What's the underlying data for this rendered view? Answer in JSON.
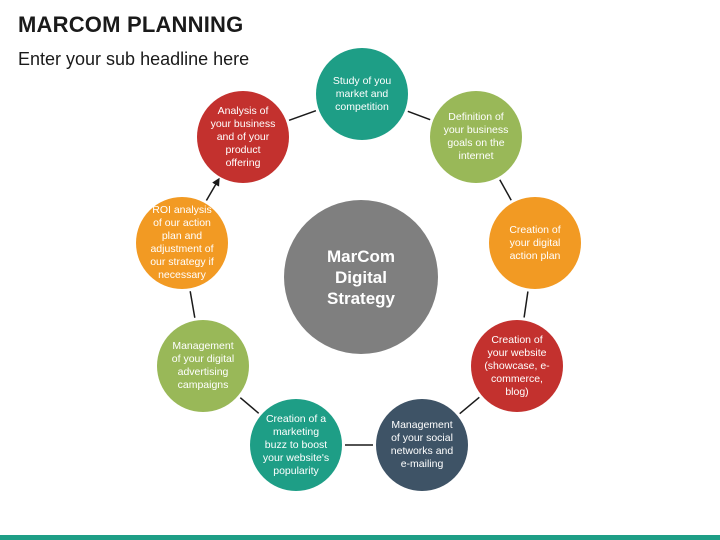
{
  "header": {
    "title": "MARCOM PLANNING",
    "subtitle": "Enter your sub headline here"
  },
  "center": {
    "label": "MarCom Digital Strategy",
    "color": "#7f7f7f"
  },
  "nodes": [
    {
      "label": "Study of you market and competition",
      "color": "#1e9e86"
    },
    {
      "label": "Definition of your business goals on the internet",
      "color": "#99b858"
    },
    {
      "label": "Creation of your digital action plan",
      "color": "#f29a23"
    },
    {
      "label": "Creation of your website (showcase, e-commerce, blog)",
      "color": "#c3312e"
    },
    {
      "label": "Management of your social networks and e-mailing",
      "color": "#3e5366"
    },
    {
      "label": "Creation of a marketing buzz to boost your website's popularity",
      "color": "#1e9e86"
    },
    {
      "label": "Management of your digital advertising campaigns",
      "color": "#99b858"
    },
    {
      "label": "ROI analysis of our action plan and adjustment of our strategy if necessary",
      "color": "#f29a23"
    },
    {
      "label": "Analysis of your business and of your product offering",
      "color": "#c3312e"
    }
  ],
  "colors": {
    "accent_bar": "#1e9e86",
    "connector": "#1a1a1a"
  }
}
